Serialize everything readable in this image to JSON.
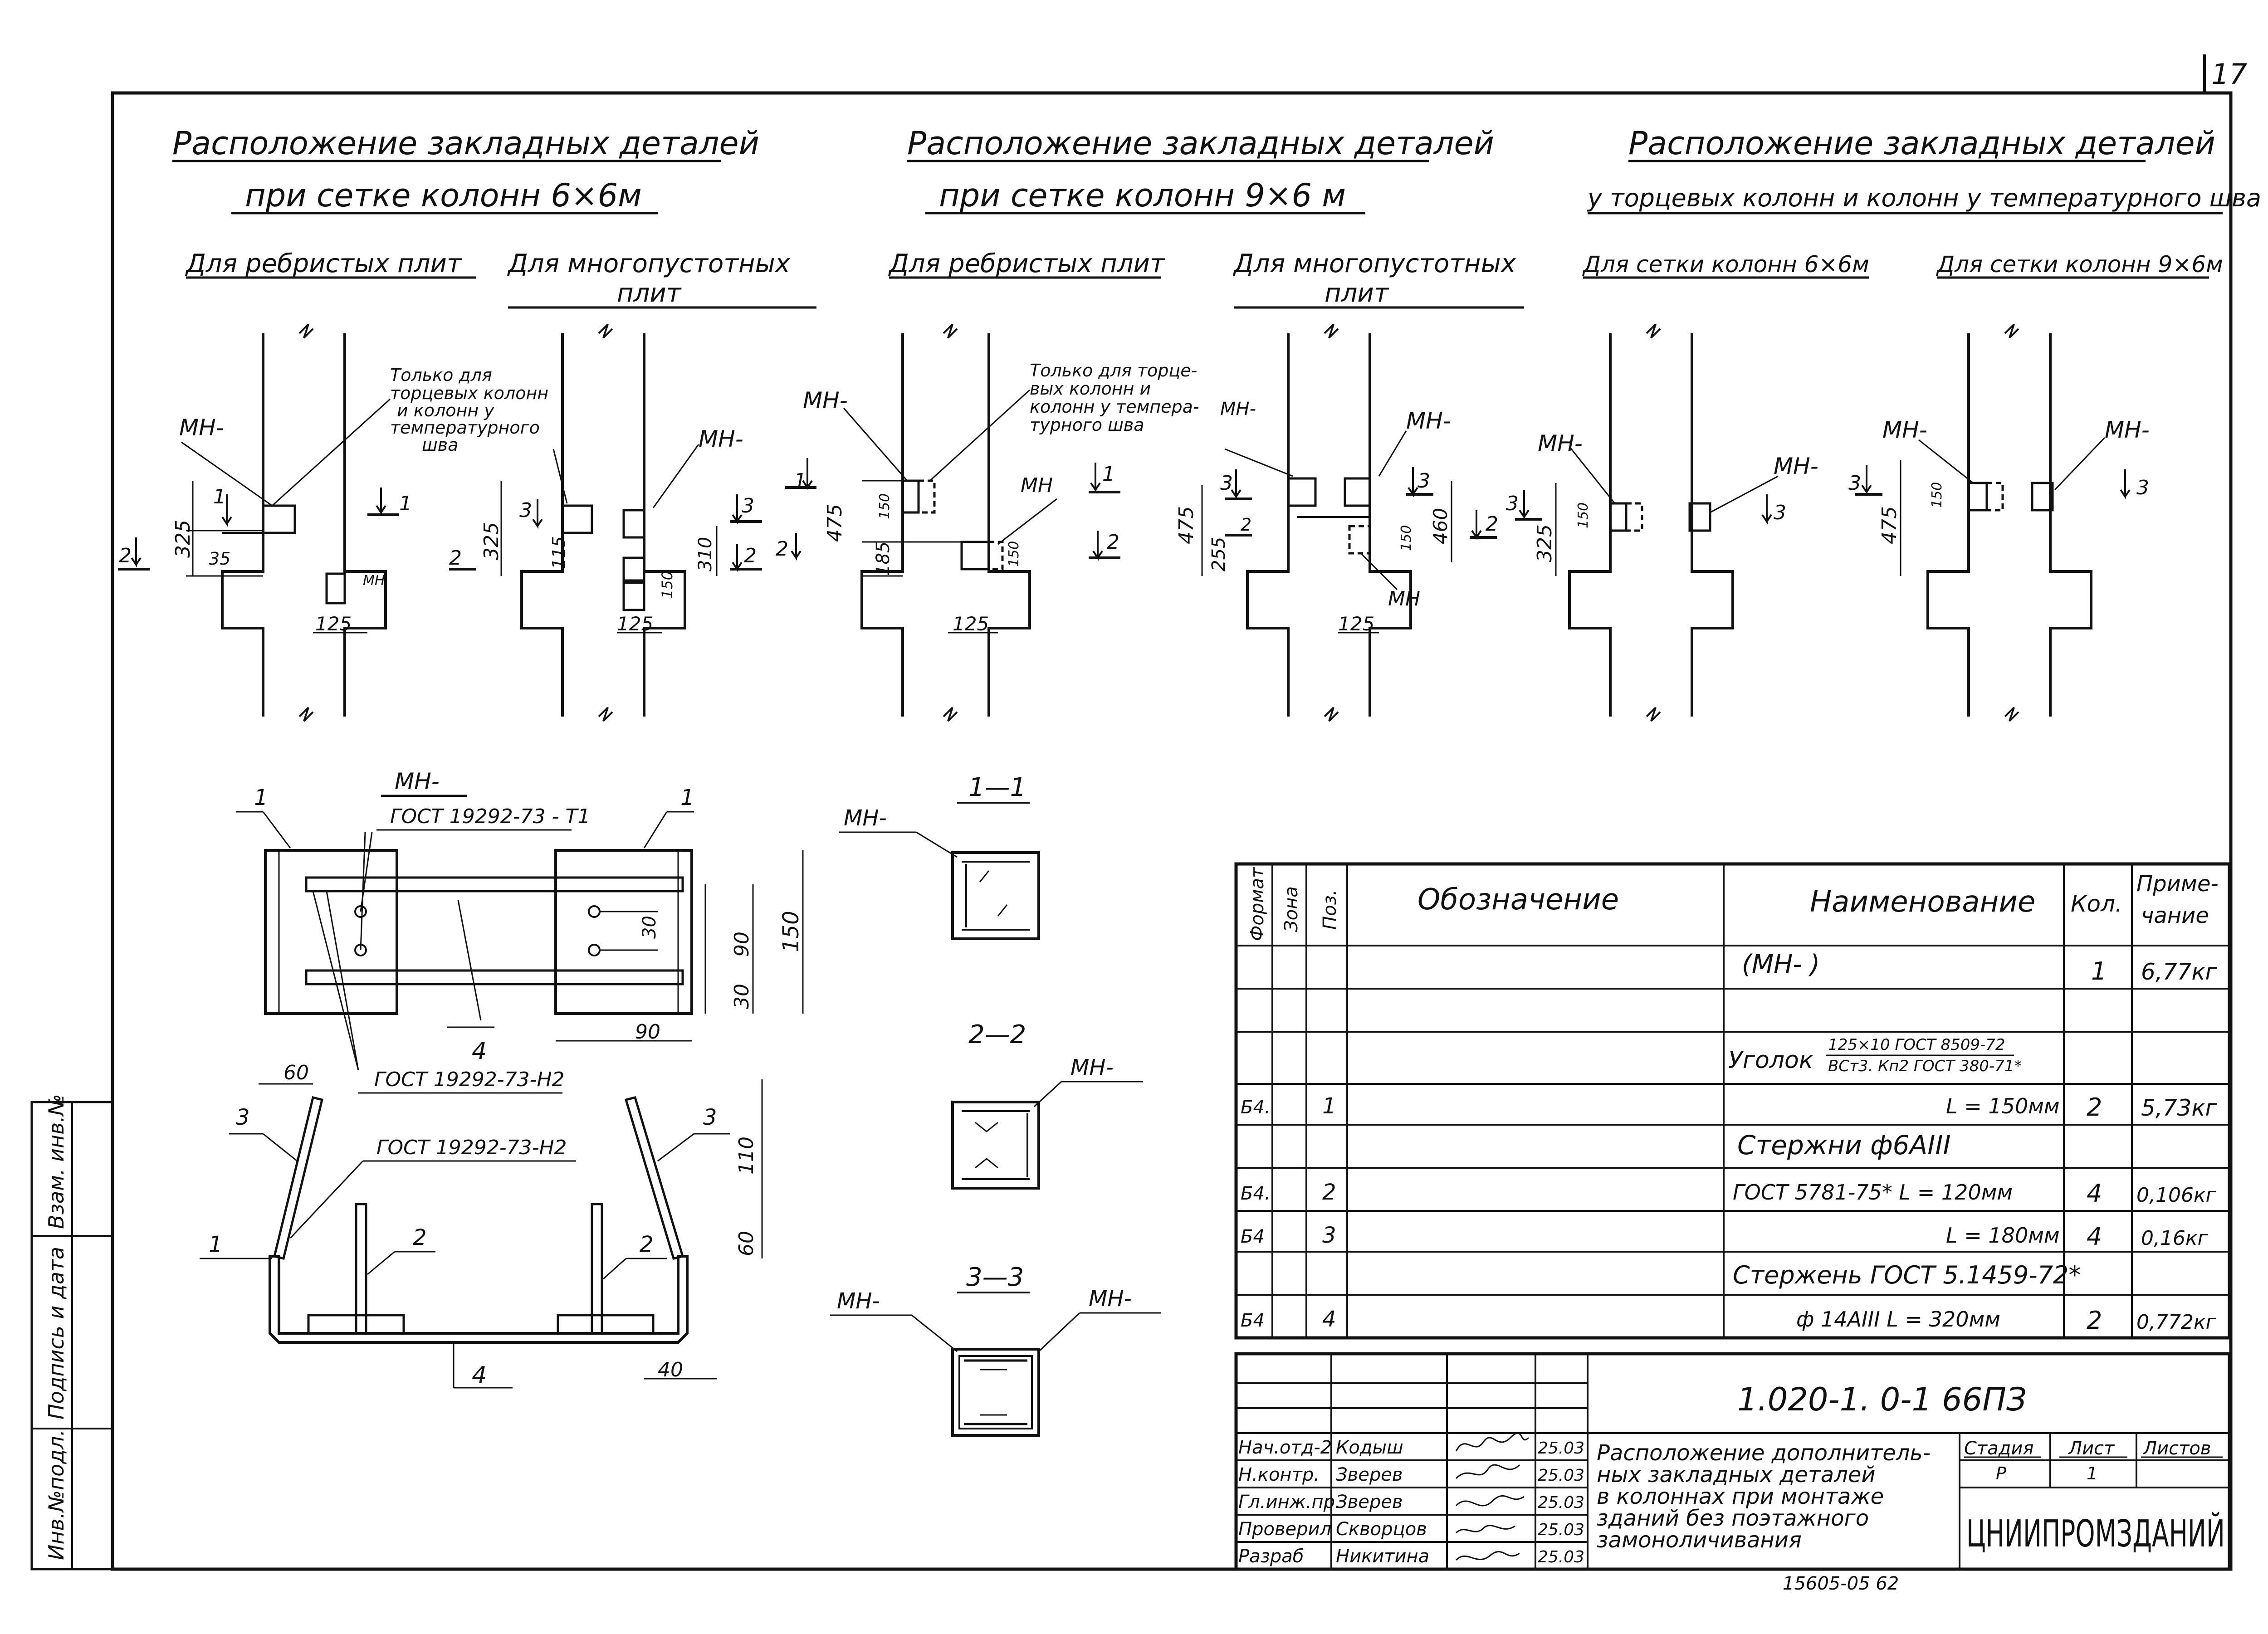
{
  "sheet": {
    "page_number": "17",
    "bottom_stamp": "15605-05    62"
  },
  "headings": [
    {
      "line1": "Расположение закладных деталей",
      "line2": "при сетке колонн 6×6м"
    },
    {
      "line1": "Расположение закладных деталей",
      "line2": "при сетке колонн 9×6 м"
    },
    {
      "line1": "Расположение закладных деталей",
      "line2": "у торцевых колонн и колонн у температурного шва"
    }
  ],
  "subheadings": {
    "s1": "Для ребристых плит",
    "s2a": "Для многопустотных",
    "s2b": "плит",
    "s3": "Для ребристых плит",
    "s4a": "Для многопустотных",
    "s4b": "плит",
    "s5": "Для сетки колонн 6×6м",
    "s6": "Для сетки колонн 9×6м"
  },
  "elevations": {
    "mn": "МН-",
    "mn_small": "МН",
    "note1": [
      "Только для",
      "торцевых колонн",
      "и колонн у",
      "температурного",
      "шва"
    ],
    "note2": [
      "Только для торце-",
      "вых колонн и",
      "колонн у темпера-",
      "турного шва"
    ],
    "dims": {
      "d325": "325",
      "d35": "35",
      "d125": "125",
      "d115": "115",
      "d150": "150",
      "d310": "310",
      "d475": "475",
      "d185": "185",
      "d255": "255",
      "d460": "460"
    },
    "marks": {
      "m1": "1",
      "m2": "2",
      "m3": "3"
    }
  },
  "detail": {
    "title": "МН-",
    "gost_t1": "ГОСТ 19292-73 - Т1",
    "gost_n2a": "ГОСТ 19292-73-Н2",
    "gost_n2b": "ГОСТ 19292-73-Н2",
    "pos1": "1",
    "pos2": "2",
    "pos3": "3",
    "pos4": "4",
    "dims": {
      "d60": "60",
      "d90": "90",
      "d30": "30",
      "d150": "150",
      "d110": "110",
      "d40": "40"
    }
  },
  "sections": {
    "s11": "1—1",
    "s22": "2—2",
    "s33": "3—3",
    "mn": "МН-"
  },
  "spec_table": {
    "headers": {
      "format": "Формат",
      "zone": "Зона",
      "pos": "Поз.",
      "designation": "Обозначение",
      "name": "Наименование",
      "qty": "Кол.",
      "note_a": "Приме-",
      "note_b": "чание"
    },
    "rows": [
      {
        "format": "",
        "pos": "",
        "name": "(МН-     )",
        "qty": "1",
        "note": "6,77кг"
      },
      {
        "format": "",
        "pos": "",
        "name": "",
        "qty": "",
        "note": ""
      },
      {
        "format": "",
        "pos": "",
        "name": "Уголок",
        "frac_top": "125×10 ГОСТ 8509-72",
        "frac_bottom": "ВСт3. Кп2 ГОСТ 380-71*",
        "qty": "",
        "note": ""
      },
      {
        "format": "Б4.",
        "pos": "1",
        "name": "L = 150мм",
        "qty": "2",
        "note": "5,73кг"
      },
      {
        "format": "",
        "pos": "",
        "name": "Стержни ф6АIII",
        "qty": "",
        "note": ""
      },
      {
        "format": "Б4.",
        "pos": "2",
        "name": "ГОСТ 5781-75*  L = 120мм",
        "qty": "4",
        "note": "0,106кг"
      },
      {
        "format": "Б4",
        "pos": "3",
        "name": "L = 180мм",
        "qty": "4",
        "note": "0,16кг"
      },
      {
        "format": "",
        "pos": "",
        "name": "Стержень ГОСТ 5.1459-72*",
        "qty": "",
        "note": ""
      },
      {
        "format": "Б4",
        "pos": "4",
        "name": "ф 14АIII   L = 320мм",
        "qty": "2",
        "note": "0,772кг"
      }
    ]
  },
  "title_block": {
    "code": "1.020-1. 0-1  66ПЗ",
    "title": [
      "Расположение дополнитель-",
      "ных закладных деталей",
      "в колоннах при монтаже",
      "зданий без поэтажного",
      "замоноличивания"
    ],
    "stage_label": "Стадия",
    "stage_value": "Р",
    "sheet_label": "Лист",
    "sheet_value": "1",
    "sheets_label": "Листов",
    "org": "ЦНИИПРОМЗДАНИЙ",
    "people": [
      {
        "role": "Нач.отд-2",
        "name": "Кодыш",
        "date": "25.03"
      },
      {
        "role": "Н.контр.",
        "name": "Зверев",
        "date": "25.03"
      },
      {
        "role": "Гл.инж.пр.",
        "name": "Зверев",
        "date": "25.03"
      },
      {
        "role": "Проверил",
        "name": "Скворцов",
        "date": "25.03"
      },
      {
        "role": "Разраб",
        "name": "Никитина",
        "date": "25.03"
      }
    ]
  },
  "side_stamp": {
    "inv_orig": "Инв.№подл.",
    "sign_date": "Подпись и дата",
    "inv_dup": "Взам. инв.№"
  }
}
